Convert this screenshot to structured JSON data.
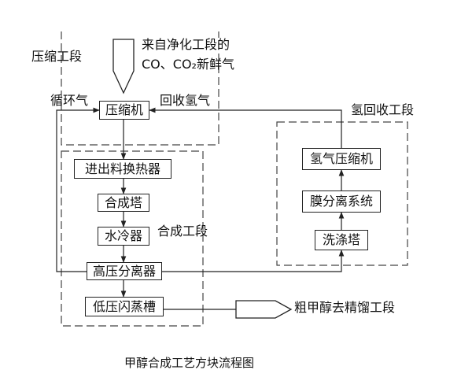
{
  "sections": {
    "compression": "压缩工段",
    "synthesis": "合成工段",
    "hydrogen_recovery": "氢回收工段"
  },
  "labels": {
    "feed_line1": "来自净化工段的",
    "feed_line2": "CO、CO₂新鲜气",
    "recycle_gas": "循环气",
    "recovered_hydrogen": "回收氢气",
    "crude_methanol": "粗甲醇去精馏工段"
  },
  "boxes": {
    "compressor": "压缩机",
    "heat_exchanger": "进出料换热器",
    "reactor": "合成塔",
    "water_cooler": "水冷器",
    "hp_separator": "高压分离器",
    "lp_flash_tank": "低压闪蒸槽",
    "scrubber": "洗涤塔",
    "membrane": "膜分离系统",
    "h2_compressor": "氢气压缩机"
  },
  "caption": "甲醇合成工艺方块流程图"
}
